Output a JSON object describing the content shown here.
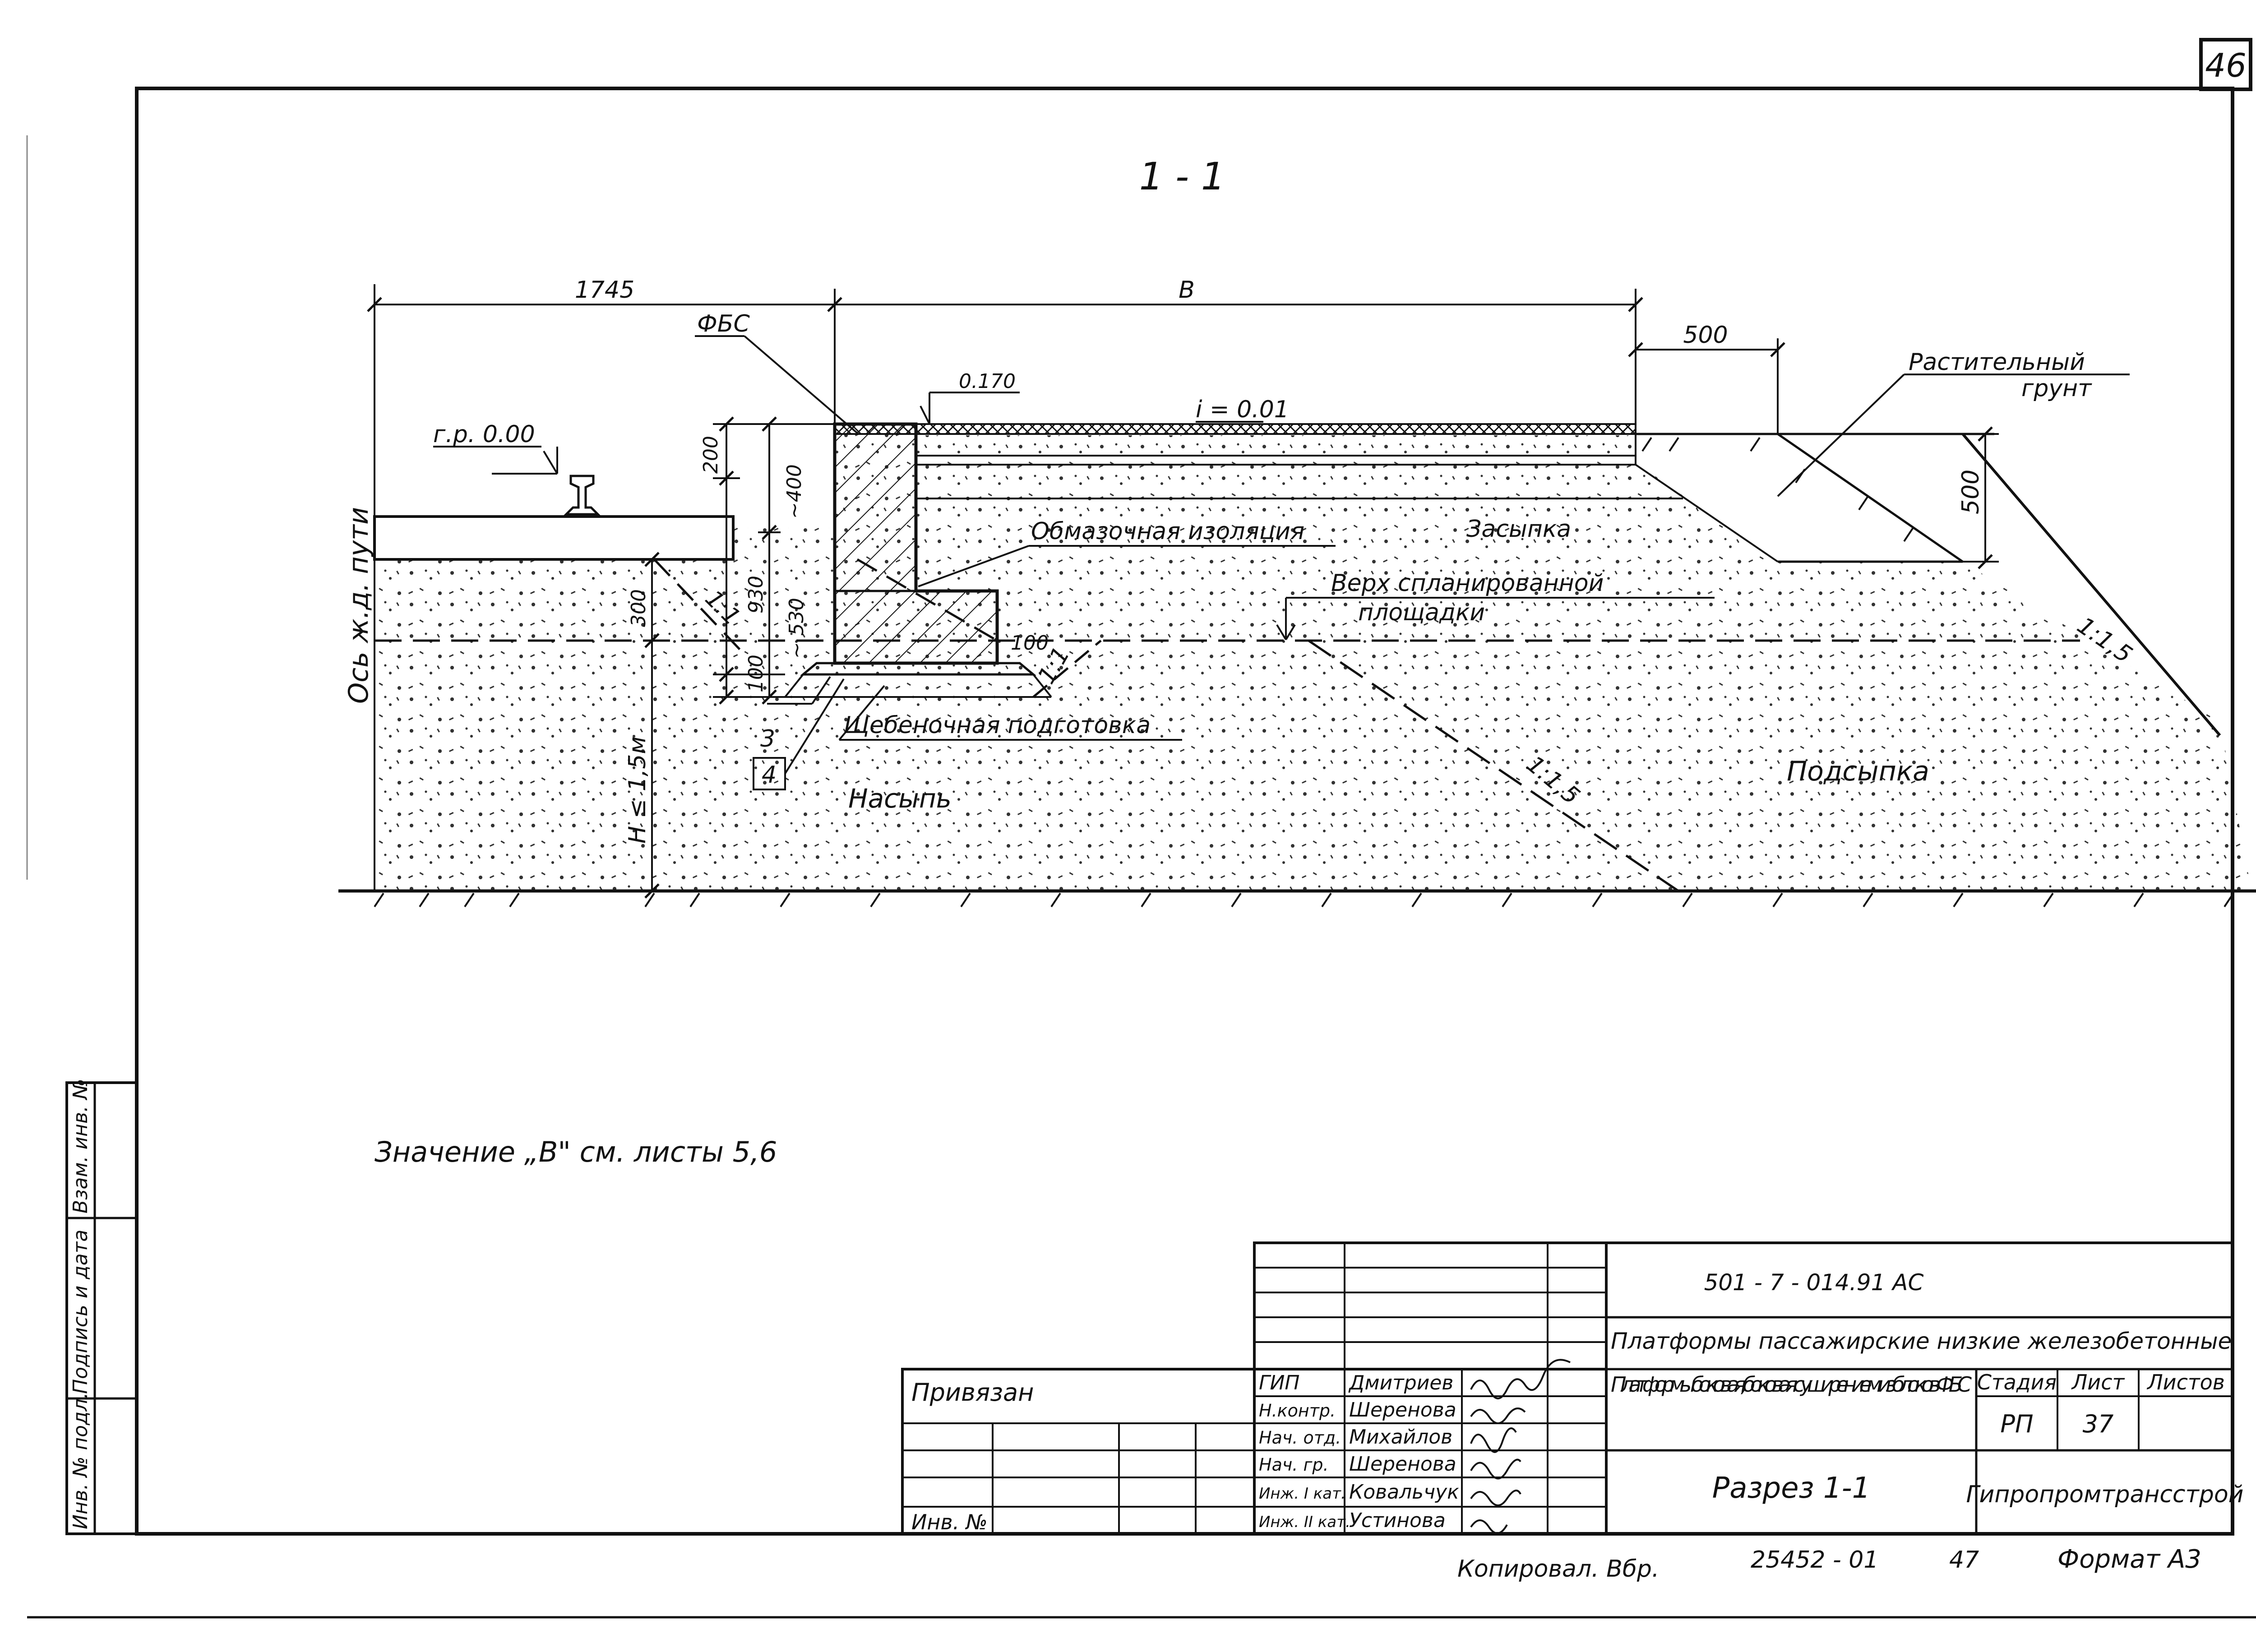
{
  "sheet": {
    "page_number": "46",
    "section_title": "1 - 1",
    "note": "Значение „В\" см. листы 5,6",
    "copied_by": "Копировал. Вбр.",
    "archive_number": "25452 - 01",
    "archive_sheet": "47",
    "format": "Формат А3"
  },
  "drawing": {
    "dim_1745": "1745",
    "dim_b": "В",
    "dim_500_top": "500",
    "label_fbs": "ФБС",
    "label_0170": "0.170",
    "label_slope": "i = 0.01",
    "label_rail_head": "г.р. 0.00",
    "dim_200": "200",
    "dim_400": "~400",
    "dim_930": "930",
    "dim_530": "~ 530",
    "dim_300": "300",
    "dim_100_a": "100",
    "dim_100_b": "100",
    "label_axis": "Ось ж.д. пути",
    "label_h": "Н ≤ 1,5м",
    "label_coating": "Обмазочная изоляция",
    "label_backfill": "Засыпка",
    "label_top_line1": "Верх   спланированной",
    "label_top_line2": "площадки",
    "label_gravel": "Щебеночная подготовка",
    "label_embankment": "Насыпь",
    "label_subfill": "Подсыпка",
    "label_soil_line1": "Растительный",
    "label_soil_line2": "грунт",
    "dim_500_right": "500",
    "slope_11_a": "1:1",
    "slope_11_b": "1:1",
    "slope_115_a": "1:1,5",
    "slope_115_b": "1:1,5",
    "callout_3": "3",
    "callout_4": "4"
  },
  "side_stamp": {
    "col1": "Инв. № подл.",
    "col2": "Подпись и дата",
    "col3": "Взам. инв. №"
  },
  "title_block": {
    "doc_code": "501 - 7 - 014.91   АС",
    "project_title": "Платформы пассажирские низкие железобетонные",
    "sheet_title": "Платформы боковая, боковая с уширением из блоков ФБС",
    "drawing_name": "Разрез 1-1",
    "stage_header": "Стадия",
    "sheet_header": "Лист",
    "sheets_header": "Листов",
    "stage": "РП",
    "sheet": "37",
    "sheets": "",
    "organization": "Гипропромтрансстрой",
    "bound_label": "Привязан",
    "inv_label": "Инв. №",
    "roles": [
      {
        "role": "ГИП",
        "name": "Дмитриев"
      },
      {
        "role": "Н.контр.",
        "name": "Шеренова"
      },
      {
        "role": "Нач. отд.",
        "name": "Михайлов"
      },
      {
        "role": "Нач. гр.",
        "name": "Шеренова"
      },
      {
        "role": "Инж. I кат.",
        "name": "Ковальчук"
      },
      {
        "role": "Инж. II кат.",
        "name": "Устинова"
      }
    ]
  }
}
